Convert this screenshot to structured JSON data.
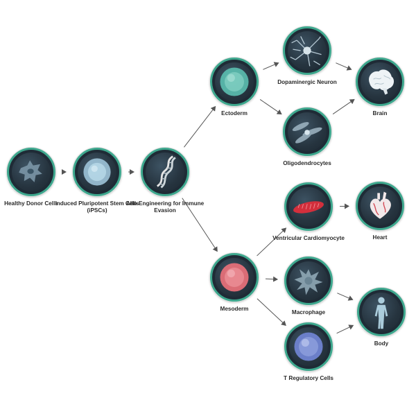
{
  "nodes": {
    "donor": {
      "label": "Healthy Donor Cells",
      "icon": "donor-cell-icon"
    },
    "ipsc": {
      "label": "Induced Pluripotent Stem Cells (iPSCs)",
      "icon": "stem-cell-icon"
    },
    "allo": {
      "label": "Allo-Engineering for Immune Evasion",
      "icon": "dna-icon"
    },
    "ectoderm": {
      "label": "Ectoderm",
      "icon": "ectoderm-cell-icon"
    },
    "mesoderm": {
      "label": "Mesoderm",
      "icon": "mesoderm-cell-icon"
    },
    "dopamine": {
      "label": "Dopaminergic Neuron",
      "icon": "neuron-icon"
    },
    "oligo": {
      "label": "Oligodendrocytes",
      "icon": "oligodendrocyte-icon"
    },
    "cardio": {
      "label": "Ventricular Cardiomyocyte",
      "icon": "cardiomyocyte-icon"
    },
    "macro": {
      "label": "Macrophage",
      "icon": "macrophage-icon"
    },
    "treg": {
      "label": "T Regulatory Cells",
      "icon": "t-cell-icon"
    },
    "brain": {
      "label": "Brain",
      "icon": "brain-icon"
    },
    "heart": {
      "label": "Heart",
      "icon": "heart-icon"
    },
    "body": {
      "label": "Body",
      "icon": "body-icon"
    }
  },
  "edges": [
    [
      "donor",
      "ipsc"
    ],
    [
      "ipsc",
      "allo"
    ],
    [
      "allo",
      "ectoderm"
    ],
    [
      "allo",
      "mesoderm"
    ],
    [
      "ectoderm",
      "dopamine"
    ],
    [
      "ectoderm",
      "oligo"
    ],
    [
      "dopamine",
      "brain"
    ],
    [
      "oligo",
      "brain"
    ],
    [
      "mesoderm",
      "cardio"
    ],
    [
      "mesoderm",
      "macro"
    ],
    [
      "mesoderm",
      "treg"
    ],
    [
      "cardio",
      "heart"
    ],
    [
      "macro",
      "body"
    ],
    [
      "treg",
      "body"
    ]
  ],
  "colors": {
    "ring": "#3ea88e",
    "dark": "#1f2b36",
    "arrow": "#555555"
  }
}
